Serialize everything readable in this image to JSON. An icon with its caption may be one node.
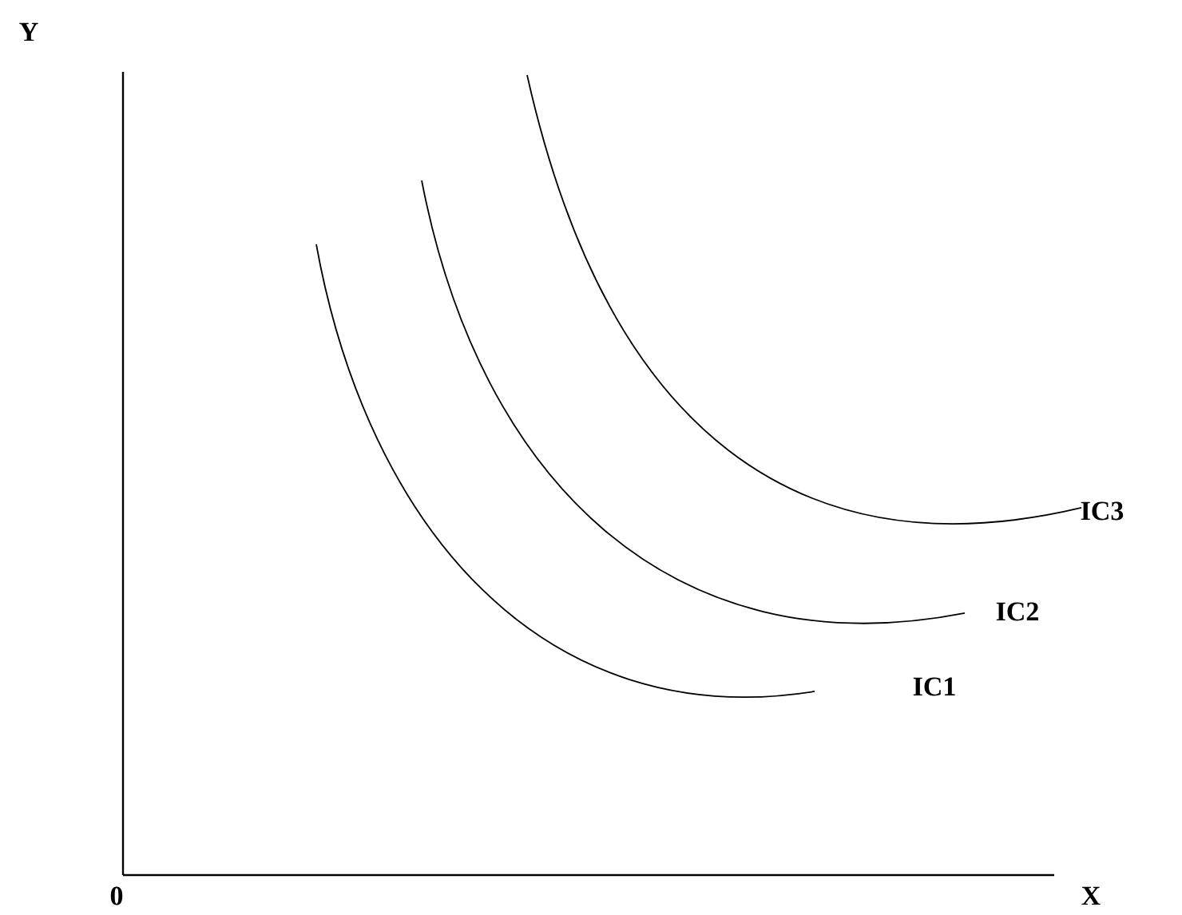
{
  "diagram": {
    "labels": [
      "Y",
      "IC3",
      "IC2",
      "IC1",
      "0",
      "X"
    ]
  }
}
